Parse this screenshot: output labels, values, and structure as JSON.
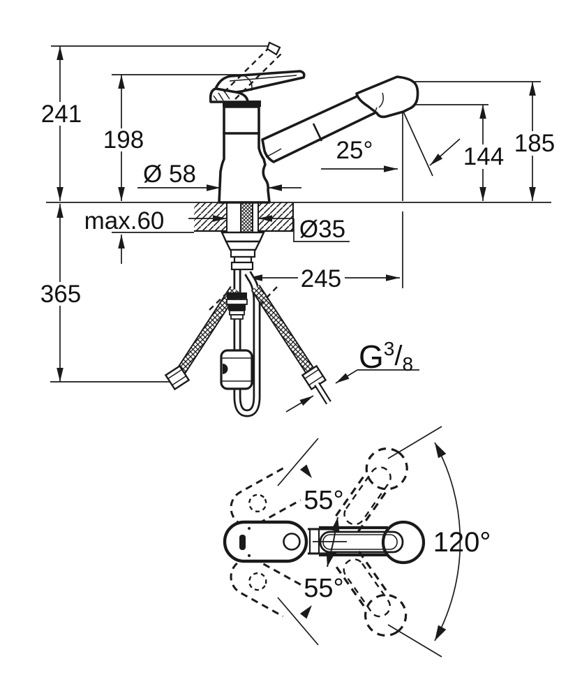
{
  "colors": {
    "ink": "#1a1a1a",
    "background": "#ffffff"
  },
  "side_view": {
    "overall_height": "241",
    "spout_height": "198",
    "base_diameter": "Ø 58",
    "max_deck_thickness": "max.60",
    "below_deck_depth": "365",
    "hole_diameter": "Ø35",
    "spout_reach": "245",
    "spout_angle": "25°",
    "outlet_height": "144",
    "head_top_height": "185",
    "thread": {
      "prefix": "G",
      "numerator": "3",
      "slash": "/",
      "denominator": "8"
    }
  },
  "top_view": {
    "swivel_upper": "55°",
    "swivel_lower": "55°",
    "swivel_total": "120°"
  }
}
